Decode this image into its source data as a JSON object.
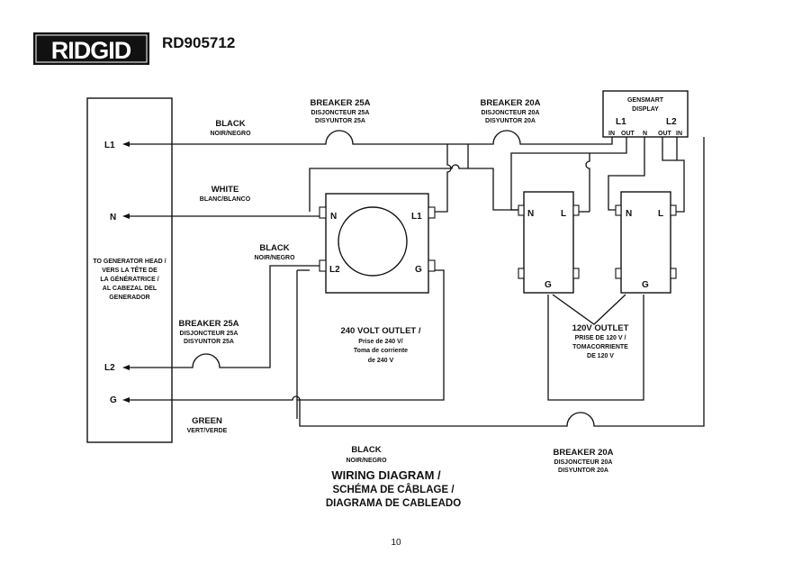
{
  "header": {
    "brand": "RIDGID",
    "model": "RD905712"
  },
  "generator_head": {
    "label_lines": [
      "TO GENERATOR HEAD /",
      "VERS LA TÊTE DE",
      "LA GÉNÉRATRICE /",
      "AL CABEZAL DEL",
      "GENERADOR"
    ],
    "terminals": [
      "L1",
      "N",
      "L2",
      "G"
    ]
  },
  "wires": {
    "black_top": {
      "en": "BLACK",
      "alt": "NOIR/NEGRO"
    },
    "white": {
      "en": "WHITE",
      "alt": "BLANC/BLANCO"
    },
    "black_mid": {
      "en": "BLACK",
      "alt": "NOIR/NEGRO"
    },
    "green": {
      "en": "GREEN",
      "alt": "VERT/VERDE"
    },
    "black_bottom": {
      "en": "BLACK",
      "alt": "NOIR/NEGRO"
    }
  },
  "breakers": {
    "top_25a": {
      "en": "BREAKER 25A",
      "fr": "DISJONCTEUR 25A",
      "es": "DISYUNTOR 25A"
    },
    "top_20a": {
      "en": "BREAKER 20A",
      "fr": "DISJONCTEUR 20A",
      "es": "DISYUNTOR 20A"
    },
    "left_25a": {
      "en": "BREAKER 25A",
      "fr": "DISJONCTEUR 25A",
      "es": "DISYUNTOR 25A"
    },
    "bottom_20a": {
      "en": "BREAKER 20A",
      "fr": "DISJONCTEUR 20A",
      "es": "DISYUNTOR 20A"
    }
  },
  "gensmart": {
    "title_lines": [
      "GENSMART",
      "DISPLAY"
    ],
    "l1": "L1",
    "l2": "L2",
    "pins": [
      "IN",
      "OUT",
      "N",
      "OUT",
      "IN"
    ]
  },
  "outlet_240": {
    "terminals": {
      "n": "N",
      "l1": "L1",
      "l2": "L2",
      "g": "G"
    },
    "label_lines": [
      "240 VOLT OUTLET /",
      "Prise de 240 V/",
      "Toma de corriente",
      "de 240 V"
    ]
  },
  "outlet_120": {
    "terminals": {
      "n": "N",
      "l": "L",
      "g": "G"
    },
    "label_lines": [
      "120V OUTLET",
      "PRISE DE 120 V /",
      "TOMACORRIENTE",
      "DE 120 V"
    ]
  },
  "title": {
    "line1": "WIRING DIAGRAM /",
    "line2": "SCHÉMA DE CÂBLAGE /",
    "line3": "DIAGRAMA DE CABLEADO"
  },
  "page_number": "10"
}
